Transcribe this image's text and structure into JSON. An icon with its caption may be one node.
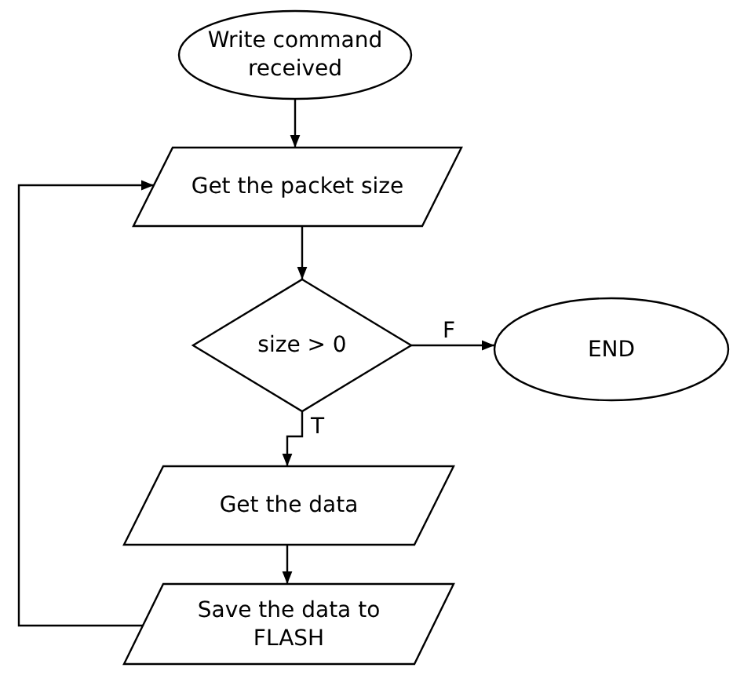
{
  "diagram": {
    "nodes": [
      {
        "text": [
          "Write command received"
        ]
      },
      {
        "text": [
          "Get the packet size"
        ]
      },
      {
        "text": [
          "size > 0"
        ]
      },
      {
        "text": [
          "END"
        ]
      },
      {
        "text": [
          "Get the data"
        ]
      },
      {
        "text": [
          "Save the data to FLASH"
        ]
      }
    ],
    "edges": [
      {
        "from": 0,
        "to": 1,
        "arrow": "to"
      },
      {
        "from": 1,
        "to": 2,
        "arrow": "to"
      },
      {
        "from": 2,
        "to": 3,
        "arrow": "to",
        "label": "F"
      },
      {
        "from": 2,
        "to": 4,
        "arrow": "to",
        "label": "T"
      },
      {
        "from": 4,
        "to": 5,
        "arrow": "to"
      },
      {
        "from": 5,
        "to": 1,
        "arrow": "to"
      }
    ]
  }
}
